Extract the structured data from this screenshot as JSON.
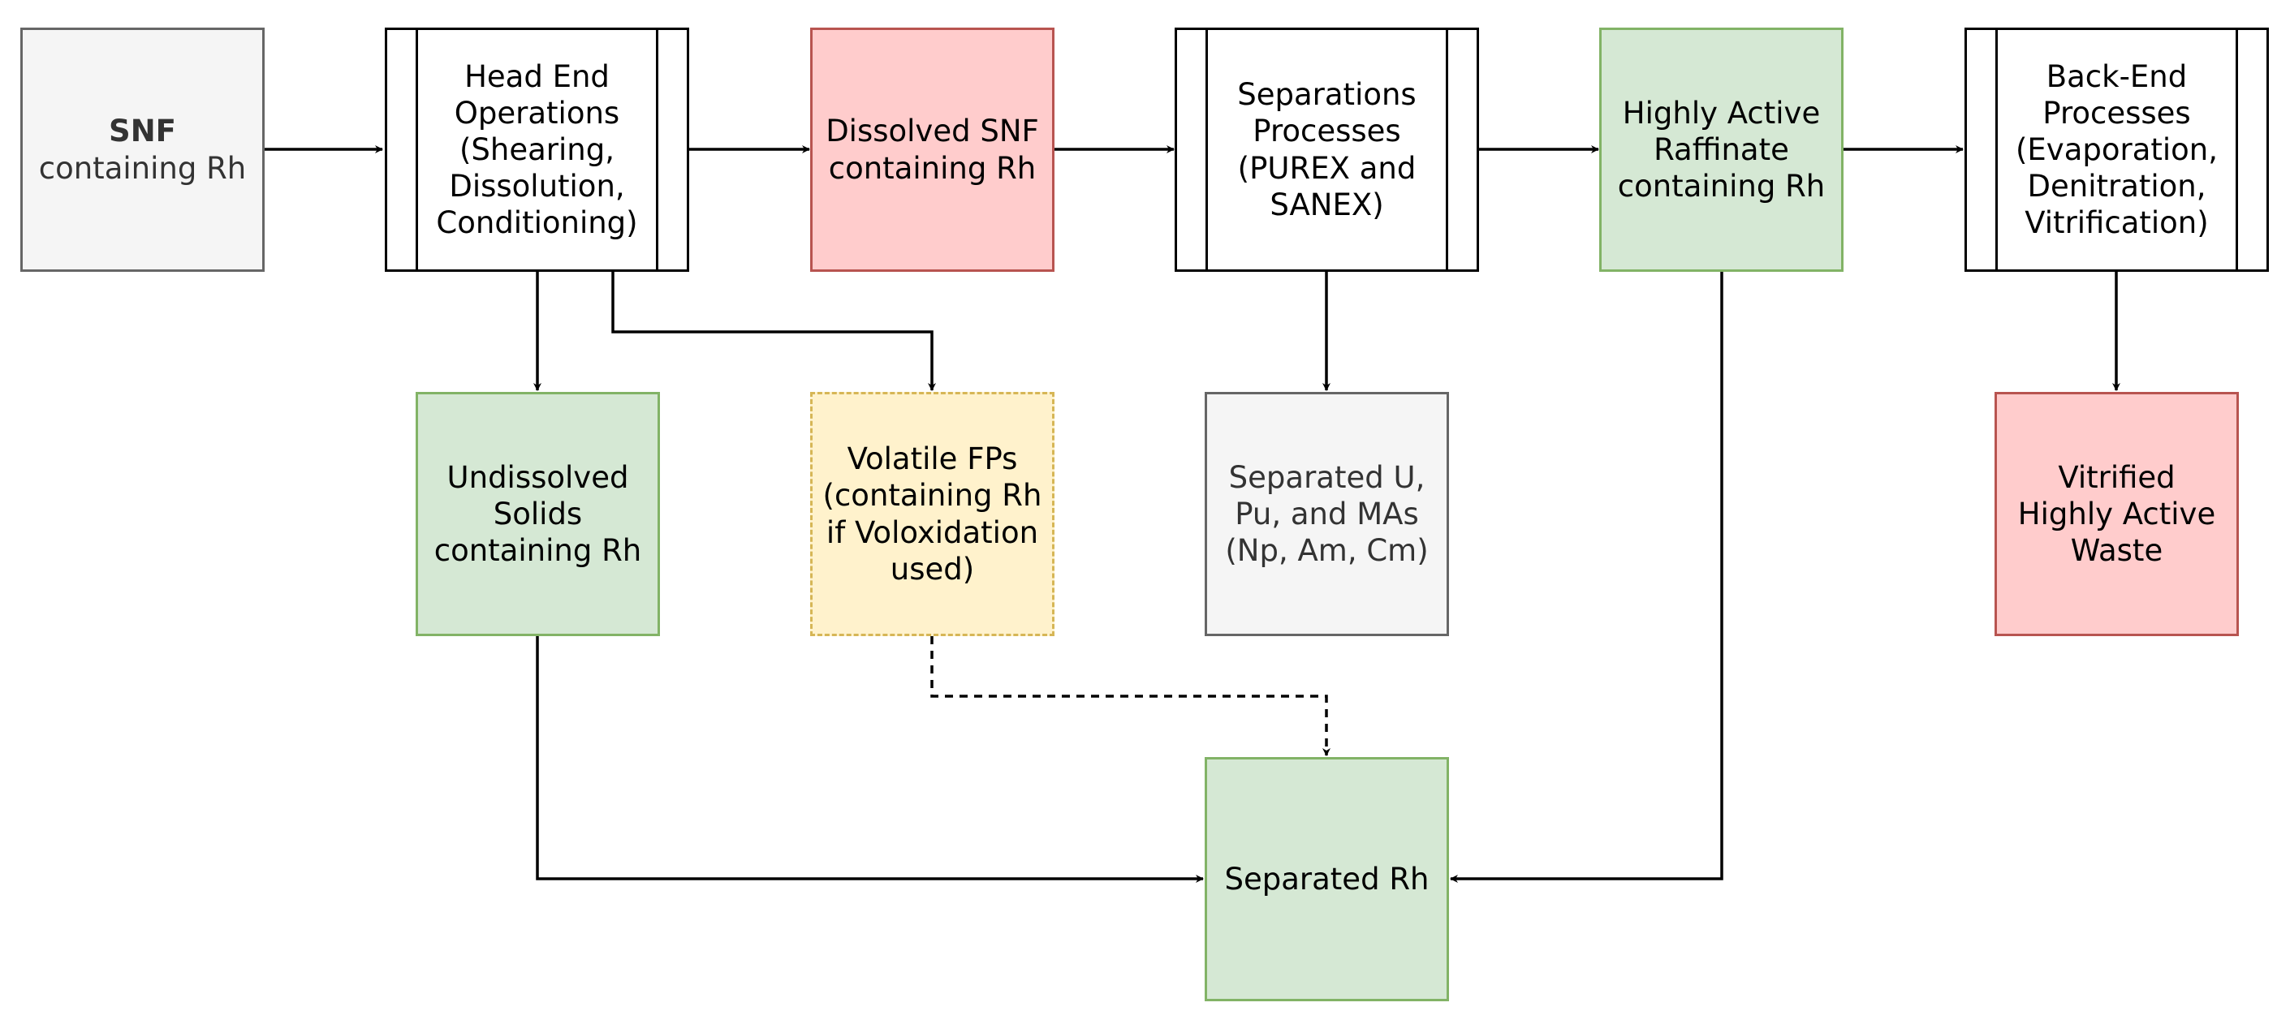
{
  "nodes": {
    "snf": {
      "title": "SNF",
      "subtitle": "containing Rh"
    },
    "head_end": {
      "label": "Head End Operations (Shearing, Dissolution, Conditioning)"
    },
    "dissolved_snf": {
      "label": "Dissolved SNF containing Rh"
    },
    "separations": {
      "label": "Separations Processes (PUREX and SANEX)"
    },
    "har": {
      "label": "Highly Active Raffinate containing Rh"
    },
    "back_end": {
      "label": "Back-End Processes (Evaporation, Denitration, Vitrification)"
    },
    "undissolved": {
      "label": "Undissolved Solids containing Rh"
    },
    "volatile": {
      "label": "Volatile FPs (containing Rh if Voloxidation used)"
    },
    "separated_actinides": {
      "label": "Separated U, Pu, and MAs (Np, Am, Cm)"
    },
    "vitrified": {
      "label": "Vitrified Highly Active Waste"
    },
    "separated_rh": {
      "label": "Separated Rh"
    }
  },
  "colors": {
    "gray_fill": "#f5f5f5",
    "gray_stroke": "#666666",
    "red_fill": "#ffcccc",
    "red_stroke": "#b85450",
    "green_fill": "#d5e8d4",
    "green_stroke": "#82b366",
    "yellow_fill": "#fff2cc",
    "yellow_stroke": "#d6b656",
    "line": "#000000"
  }
}
